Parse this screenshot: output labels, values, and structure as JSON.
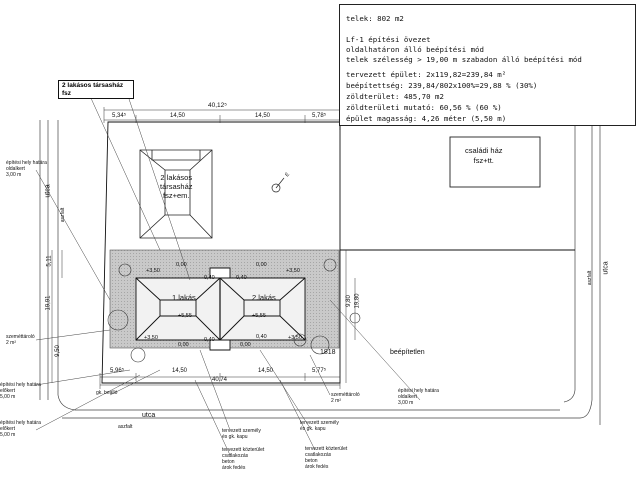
{
  "info": {
    "lines": [
      "telek: 802 m2",
      "Lf-1 építési övezet",
      "oldalhatáron álló beépítési mód",
      "telek szélesség > 19,00 m szabadon álló beépítési mód",
      "tervezett épület: 2x119,82=239,84 m²",
      "beépítettség: 239,84/802x100%=29,88 % (30%)",
      "zöldterület: 485,70 m2",
      "zöldterületi mutató: 60,56 % (60 %)",
      "épület magasság: 4,26 méter (5,50 m)"
    ]
  },
  "title": {
    "line1": "2 lakásos társasház",
    "line2": "fsz"
  },
  "dims": {
    "top_total": "40,12⁵",
    "top_left": "5,34⁵",
    "top_mid1": "14,50",
    "top_mid2": "14,50",
    "top_right": "5,78⁵",
    "bottom_left": "5,96⁵",
    "bottom_mid1": "14,50",
    "bottom_total": "40,74",
    "bottom_mid2": "14,50",
    "bottom_right": "5,77⁵",
    "left_511": "5,11",
    "left_1991": "19,91",
    "left_950": "9,50",
    "right_980": "9,80",
    "right_1980": "19,80"
  },
  "labels": {
    "existing_building": "2 lakásos\ntársasház\nfsz+em.",
    "family_house": "családi ház\nfsz+tt.",
    "apt1": "1.lakás",
    "apt2": "2.lakás",
    "street_left": "utca",
    "paving_left": "aszfalt",
    "street_right": "utca",
    "paving_right": "aszfalt",
    "street_bottom": "utca",
    "paving_bottom": "aszfalt",
    "unbuilt": "beépítetlen",
    "lot_number": "1818",
    "north": "É"
  },
  "levels": {
    "a": "+3,50",
    "b": "0,00",
    "c": "0,00",
    "d": "+3,50",
    "e": "0,40",
    "f": "0,40",
    "g": "+5,55",
    "h": "+5,55",
    "i": "+3,50",
    "j": "0,00",
    "k": "0,00",
    "l": "+3,50",
    "m": "0,40",
    "n": "0,40"
  },
  "callouts": {
    "build_line_side": "építési hely határa\noldalkert\n3,00 m",
    "waste_left": "szeméttároló\n2 m²",
    "build_line_front1": "építési hely határa\nelőkert\n5,00 m",
    "build_line_front2": "építési hely határa\nelőkert\n5,00 m",
    "entrance": "gk. beálló",
    "gate1": "tervezett személy\nés gk. kapu",
    "gate2": "tervezett személy\nés gk. kapu",
    "utility1": "tervezett közterület\ncsatlakozás\nbeton\nárok fedés",
    "utility2": "tervezett közterület\ncsatlakozás\nbeton\nárok fedés",
    "waste_right": "szeméttároló\n2 m²",
    "build_line_side_right": "építési hely határa\noldalkert\n3,00 m"
  }
}
